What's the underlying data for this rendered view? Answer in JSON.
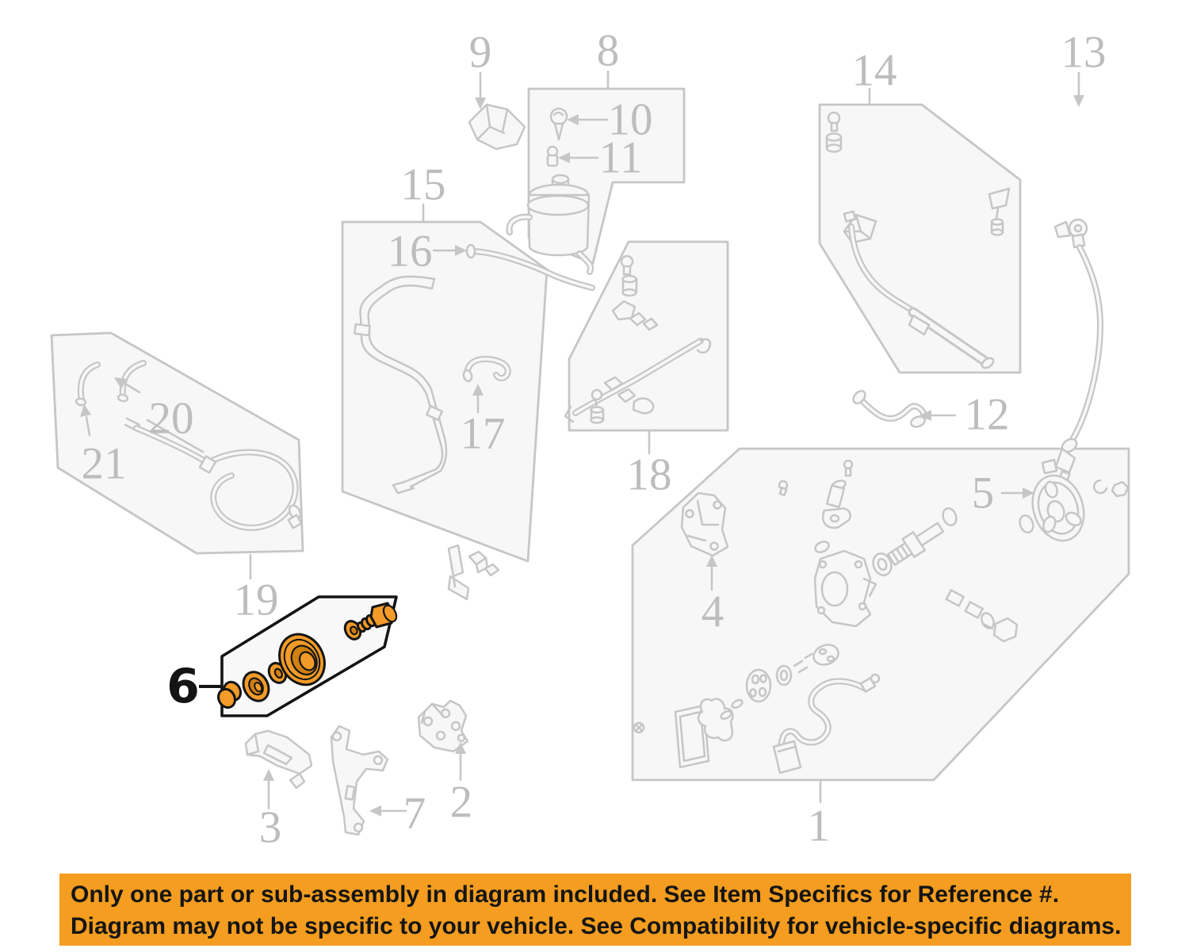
{
  "colors": {
    "line": "#C6C6C6",
    "fill": "#F7F7F7",
    "label": "#BDBDBD",
    "ink": "#141414",
    "accent": "#F29B28",
    "accent-dark": "#D0800F",
    "banner-bg": "#F49D20",
    "banner-text": "#151515"
  },
  "diagram": {
    "highlighted_ref": "6",
    "labels": {
      "n1": "1",
      "n2": "2",
      "n3": "3",
      "n4": "4",
      "n5": "5",
      "n6": "6",
      "n7": "7",
      "n8": "8",
      "n9": "9",
      "n10": "10",
      "n11": "11",
      "n12": "12",
      "n13": "13",
      "n14": "14",
      "n15": "15",
      "n16": "16",
      "n17": "17",
      "n18": "18",
      "n19": "19",
      "n20": "20",
      "n21": "21"
    }
  },
  "banner": {
    "line1": "Only one part or sub-assembly in diagram included. See Item Specifics for Reference #.",
    "line2": "Diagram may not be specific to your vehicle. See Compatibility for vehicle-specific diagrams."
  }
}
